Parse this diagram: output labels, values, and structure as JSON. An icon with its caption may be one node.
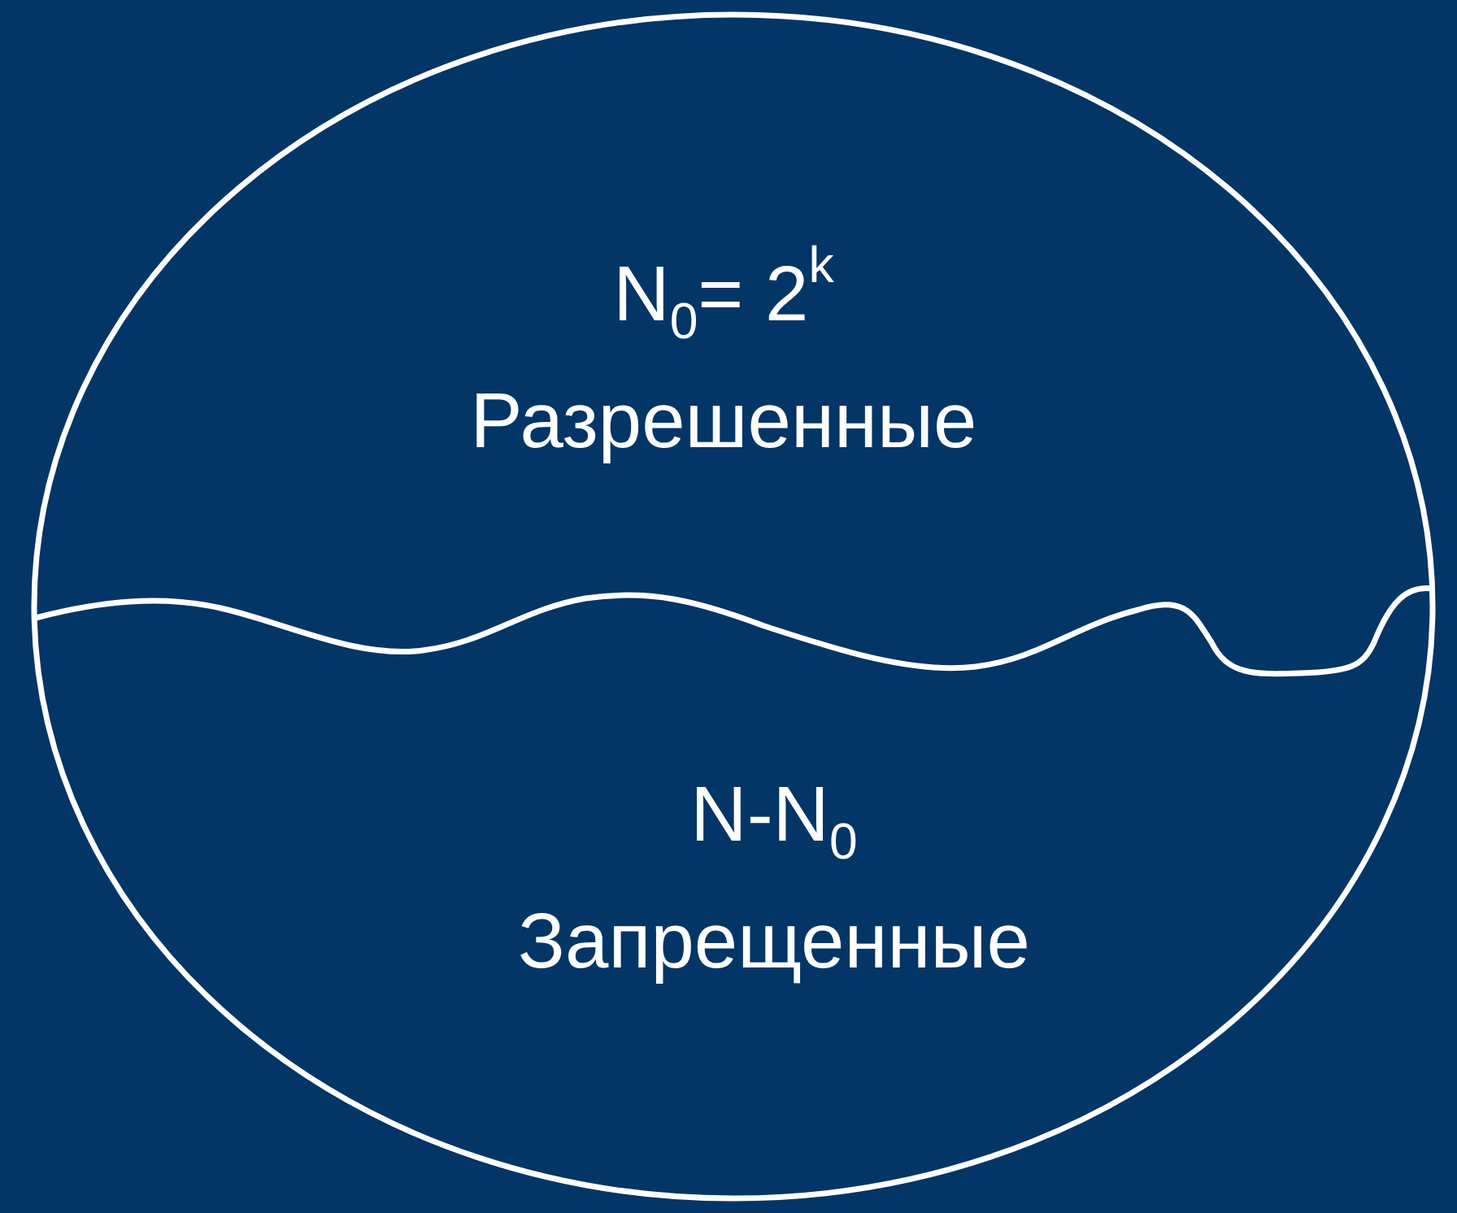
{
  "diagram": {
    "nodes": [
      {
        "text": [],
        "shape": "circle"
      },
      {
        "text": [
          "N$_{0}$= 2$^{k}$",
          "Разрешенные"
        ],
        "in": 0
      },
      {
        "text": [
          "N-N$_{0}$",
          "Запрещенные"
        ],
        "in": 0
      }
    ],
    "edges": []
  }
}
